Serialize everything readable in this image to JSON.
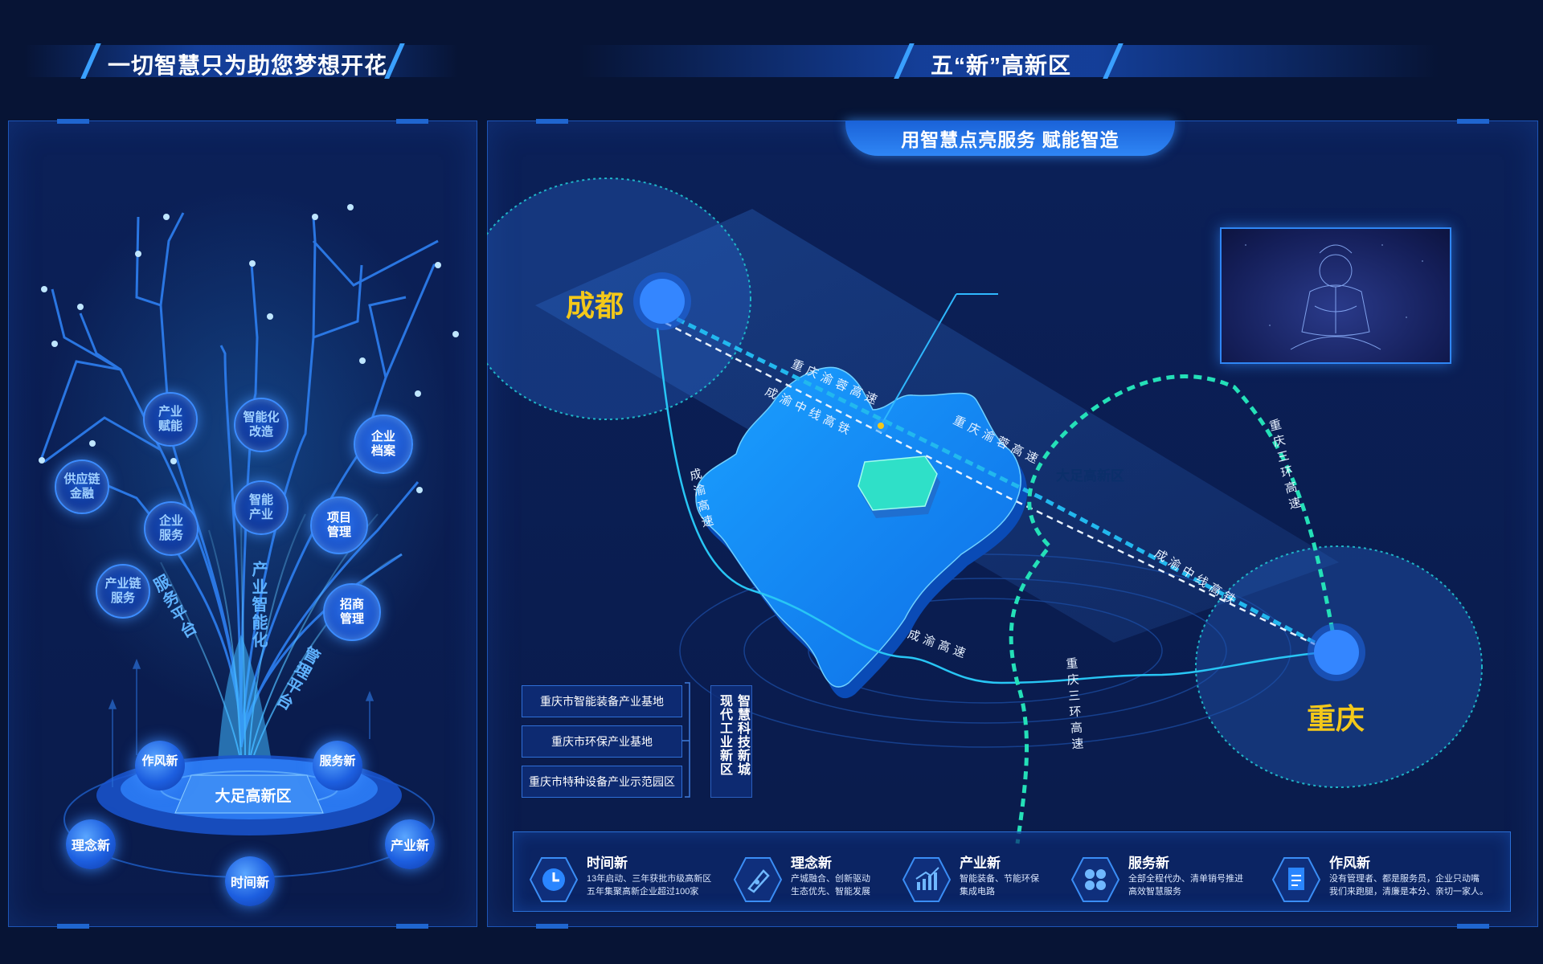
{
  "header": {
    "left_title": "一切智慧只为助您梦想开花",
    "right_title": "五“新”高新区"
  },
  "tree": {
    "nodes": {
      "industry_empower": "产业\n赋能",
      "smart_transform": "智能化\n改造",
      "enterprise_archive": "企业\n档案",
      "supply_chain_finance": "供应链\n金融",
      "enterprise_service": "企业\n服务",
      "smart_industry": "智能\n产业",
      "project_mgmt": "项目\n管理",
      "chain_service": "产业链\n服务",
      "investment_mgmt": "招商\n管理"
    },
    "vertical_labels": {
      "service_platform": "服务平台",
      "industry_intelligence": "产业智能化",
      "management_platform": "管理平台"
    },
    "base_label": "大足高新区",
    "ring_items": {
      "style": "作风新",
      "service": "服务新",
      "concept": "理念新",
      "industry": "产业新",
      "time": "时间新"
    }
  },
  "map": {
    "banner": "用智慧点亮服务 赋能智造",
    "cities": {
      "chengdu": "成都",
      "chongqing": "重庆"
    },
    "district_label": "大足高新区",
    "roads": {
      "yurong_1": "重庆渝蓉高速",
      "yurong_2": "重庆渝蓉高速",
      "middle_line_1": "成渝中线高铁",
      "middle_line_2": "成渝中线高铁",
      "chengyu_1": "成渝高速",
      "chengyu_2": "成渝高速",
      "ring_3_a": "重庆三环高速",
      "ring_3_b": "重庆三环高速"
    },
    "bases": [
      "重庆市智能装备产业基地",
      "重庆市环保产业基地",
      "重庆市特种设备产业示范园区"
    ],
    "city_cols": {
      "left": "现代工业新区",
      "right": "智慧科技新城"
    }
  },
  "features": [
    {
      "icon": "clock-icon",
      "title": "时间新",
      "desc1": "13年启动、三年获批市级高新区",
      "desc2": "五年集聚高新企业超过100家"
    },
    {
      "icon": "pen-icon",
      "title": "理念新",
      "desc1": "产城融合、创新驱动",
      "desc2": "生态优先、智能发展"
    },
    {
      "icon": "chart-icon",
      "title": "产业新",
      "desc1": "智能装备、节能环保",
      "desc2": "集成电路"
    },
    {
      "icon": "grid-icon",
      "title": "服务新",
      "desc1": "全部全程代办、清单销号推进",
      "desc2": "高效智慧服务"
    },
    {
      "icon": "document-icon",
      "title": "作风新",
      "desc1": "没有管理者、都是服务员，企业只动嘴",
      "desc2": "我们来跑腿，清廉是本分、亲切一家人。"
    }
  ],
  "colors": {
    "accent": "#3aa0ff",
    "city_gold": "#f3c81a",
    "bg": "#071435"
  }
}
